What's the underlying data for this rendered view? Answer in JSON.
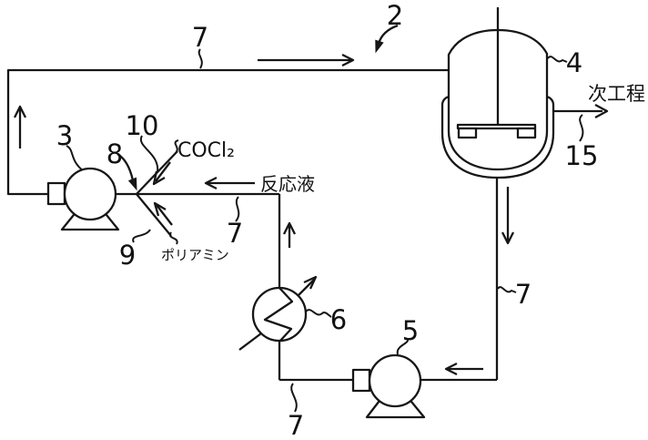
{
  "figure": {
    "background_color": "#ffffff",
    "ink_color": "#161616",
    "reference_numerals": {
      "n2": "2",
      "n3": "3",
      "n4": "4",
      "n5": "5",
      "n6": "6",
      "n7": "7",
      "n8": "8",
      "n9": "9",
      "n10": "10",
      "n15": "15"
    },
    "annotations": {
      "cocl2": "COCl₂",
      "polyamine": "ポリアミン",
      "reaction_liquid": "反応液",
      "next_process": "次工程"
    }
  }
}
